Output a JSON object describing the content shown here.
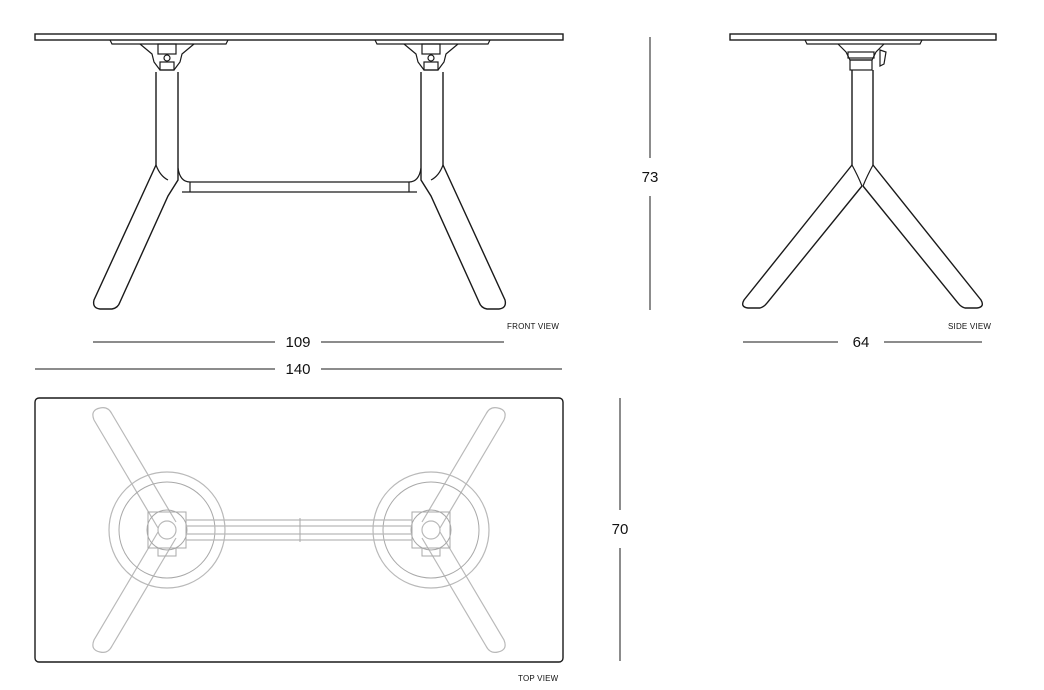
{
  "views": {
    "front": {
      "label": "FRONT VIEW"
    },
    "side": {
      "label": "SIDE VIEW"
    },
    "top": {
      "label": "TOP VIEW"
    }
  },
  "dimensions": {
    "front_inner_width": "109",
    "total_length": "140",
    "height": "73",
    "side_depth": "64",
    "top_depth": "70"
  },
  "colors": {
    "line": "#1a1a1a",
    "ghost": "#b9b9b9",
    "background": "#ffffff"
  }
}
